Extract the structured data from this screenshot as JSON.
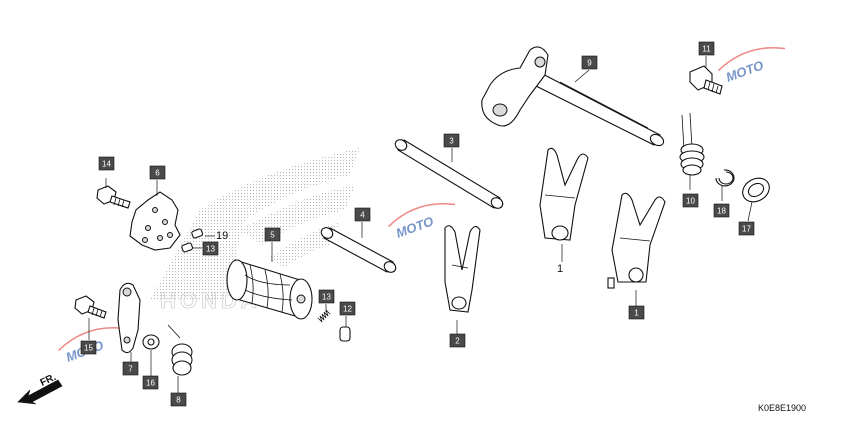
{
  "diagram_code": "K0E8E1900",
  "direction_label": "FR.",
  "watermark": {
    "text": "MOTO",
    "colors": {
      "red": "#e53935",
      "blue": "#1e4fa8",
      "gray": "#9e9e9e"
    }
  },
  "logo_text": "HONDA",
  "callout_colors": {
    "box_fill": "#4a4a4a",
    "box_text": "#ffffff"
  },
  "callouts": {
    "c1": "1",
    "c2": "2",
    "c3": "3",
    "c4": "4",
    "c5": "5",
    "c6": "6",
    "c7": "7",
    "c8": "8",
    "c9": "9",
    "c10": "10",
    "c11": "11",
    "c12": "12",
    "c13": "13",
    "c14": "14",
    "c15": "15",
    "c16": "16",
    "c17": "17",
    "c18": "18",
    "c19": "19"
  },
  "plain_labels": {
    "fork1_ref": "1",
    "pin19_ref": "19"
  }
}
